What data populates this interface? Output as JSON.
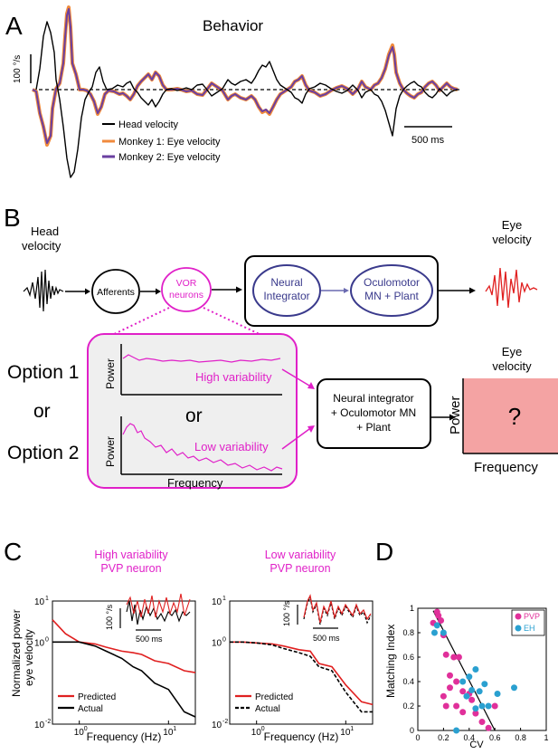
{
  "panel_labels": {
    "a": "A",
    "b": "B",
    "c": "C",
    "d": "D"
  },
  "panel_a": {
    "title": "Behavior",
    "scale_y": "100 °/s",
    "scale_x": "500 ms",
    "legend": [
      {
        "label": "Head velocity",
        "color": "#000000"
      },
      {
        "label": "Monkey 1: Eye velocity",
        "color": "#f08a3c"
      },
      {
        "label": "Monkey 2: Eye velocity",
        "color": "#6a3fa0"
      }
    ]
  },
  "panel_b": {
    "head_label_1": "Head",
    "head_label_2": "velocity",
    "afferents": "Afferents",
    "vor_1": "VOR",
    "vor_2": "neurons",
    "neural_1": "Neural",
    "neural_2": "Integrator",
    "ocmn_1": "Oculomotor",
    "ocmn_2": "MN + Plant",
    "eye_top_1": "Eye",
    "eye_top_2": "velocity",
    "option1": "Option 1",
    "or_left": "or",
    "option2": "Option 2",
    "or_mid": "or",
    "power": "Power",
    "high_var": "High variability",
    "low_var": "Low variability",
    "frequency": "Frequency",
    "integrator_1": "Neural integrator",
    "integrator_2": "+ Oculomotor MN",
    "integrator_3": "+ Plant",
    "eye_right_1": "Eye",
    "eye_right_2": "velocity",
    "question": "?",
    "power_right": "Power",
    "frequency_right": "Frequency",
    "colors": {
      "magenta": "#e020c8",
      "navy": "#3a3a8c",
      "red": "#e02020",
      "pink_box": "#f4a3a3"
    }
  },
  "panel_c": {
    "left_title_1": "High variability",
    "left_title_2": "PVP neuron",
    "right_title_1": "Low variability",
    "right_title_2": "PVP neuron",
    "ylabel_1": "Normalized power",
    "ylabel_2": "eye velocity",
    "xlabel": "Frequency (Hz)",
    "xlabel_right": "Frequency (Hz)",
    "inset_scale_y": "100 °/s",
    "inset_scale_x": "500 ms",
    "inset_scale_y_r": "100 °/s",
    "inset_scale_x_r": "500 ms",
    "legend_predicted": "Predicted",
    "legend_actual": "Actual",
    "legend_predicted_r": "Predicted",
    "legend_actual_r": "Actual"
  },
  "chart_data": [
    {
      "type": "line",
      "title": "High variability PVP neuron",
      "xlabel": "Frequency (Hz)",
      "ylabel": "Normalized power eye velocity",
      "log_x": true,
      "log_y": true,
      "xlim": [
        0.5,
        20
      ],
      "ylim": [
        0.01,
        10
      ],
      "series": [
        {
          "name": "Predicted",
          "color": "#e02020",
          "x": [
            0.5,
            0.7,
            1,
            1.5,
            2,
            3,
            4,
            5,
            7,
            10,
            15,
            20
          ],
          "values": [
            3.5,
            1.6,
            1.0,
            0.9,
            0.75,
            0.6,
            0.55,
            0.5,
            0.35,
            0.3,
            0.2,
            0.18
          ]
        },
        {
          "name": "Actual",
          "color": "#000000",
          "x": [
            0.5,
            0.7,
            1,
            1.5,
            2,
            3,
            4,
            5,
            7,
            10,
            15,
            20
          ],
          "values": [
            1.0,
            1.0,
            1.0,
            0.8,
            0.6,
            0.4,
            0.25,
            0.2,
            0.1,
            0.07,
            0.02,
            0.015
          ]
        }
      ]
    },
    {
      "type": "line",
      "title": "Low variability PVP neuron",
      "xlabel": "Frequency (Hz)",
      "log_x": true,
      "log_y": true,
      "xlim": [
        0.5,
        20
      ],
      "ylim": [
        0.01,
        10
      ],
      "series": [
        {
          "name": "Predicted",
          "color": "#e02020",
          "x": [
            0.5,
            0.7,
            1,
            1.5,
            2,
            3,
            4,
            5,
            7,
            10,
            15,
            20
          ],
          "values": [
            1.0,
            1.0,
            0.95,
            0.9,
            0.8,
            0.65,
            0.6,
            0.3,
            0.25,
            0.09,
            0.035,
            0.03
          ]
        },
        {
          "name": "Actual",
          "color": "#000000",
          "x": [
            0.5,
            0.7,
            1,
            1.5,
            2,
            3,
            4,
            5,
            7,
            10,
            15,
            20
          ],
          "values": [
            1.0,
            1.0,
            0.95,
            0.85,
            0.7,
            0.55,
            0.45,
            0.25,
            0.2,
            0.06,
            0.02,
            0.02
          ]
        }
      ]
    },
    {
      "type": "scatter",
      "xlabel": "CV",
      "ylabel": "Matching Index",
      "xlim": [
        0,
        1
      ],
      "ylim": [
        0,
        1
      ],
      "x_ticks": [
        "0",
        "0.2",
        "0.4",
        "0.6",
        "0.8",
        "1"
      ],
      "y_ticks": [
        "0",
        "0.2",
        "0.4",
        "0.6",
        "0.8",
        "1"
      ],
      "series": [
        {
          "name": "PVP",
          "color": "#e0309a",
          "x": [
            0.15,
            0.16,
            0.18,
            0.12,
            0.2,
            0.22,
            0.25,
            0.28,
            0.3,
            0.32,
            0.35,
            0.2,
            0.22,
            0.3,
            0.35,
            0.42,
            0.45,
            0.5,
            0.55,
            0.6,
            0.25,
            0.4
          ],
          "values": [
            0.97,
            0.94,
            0.9,
            0.88,
            0.78,
            0.62,
            0.45,
            0.6,
            0.4,
            0.6,
            0.32,
            0.28,
            0.2,
            0.2,
            0.15,
            0.25,
            0.14,
            0.07,
            0.02,
            0.2,
            0.35,
            0.3
          ]
        },
        {
          "name": "EH",
          "color": "#2aa0d0",
          "x": [
            0.13,
            0.15,
            0.2,
            0.3,
            0.35,
            0.38,
            0.42,
            0.45,
            0.48,
            0.5,
            0.52,
            0.55,
            0.62,
            0.75,
            0.4,
            0.45
          ],
          "values": [
            0.8,
            0.86,
            0.8,
            0.0,
            0.4,
            0.28,
            0.33,
            0.18,
            0.32,
            0.2,
            0.38,
            0.2,
            0.3,
            0.35,
            0.44,
            0.5
          ]
        }
      ],
      "fit_line": {
        "x": [
          0.12,
          0.6
        ],
        "values": [
          0.98,
          0.0
        ]
      }
    }
  ]
}
